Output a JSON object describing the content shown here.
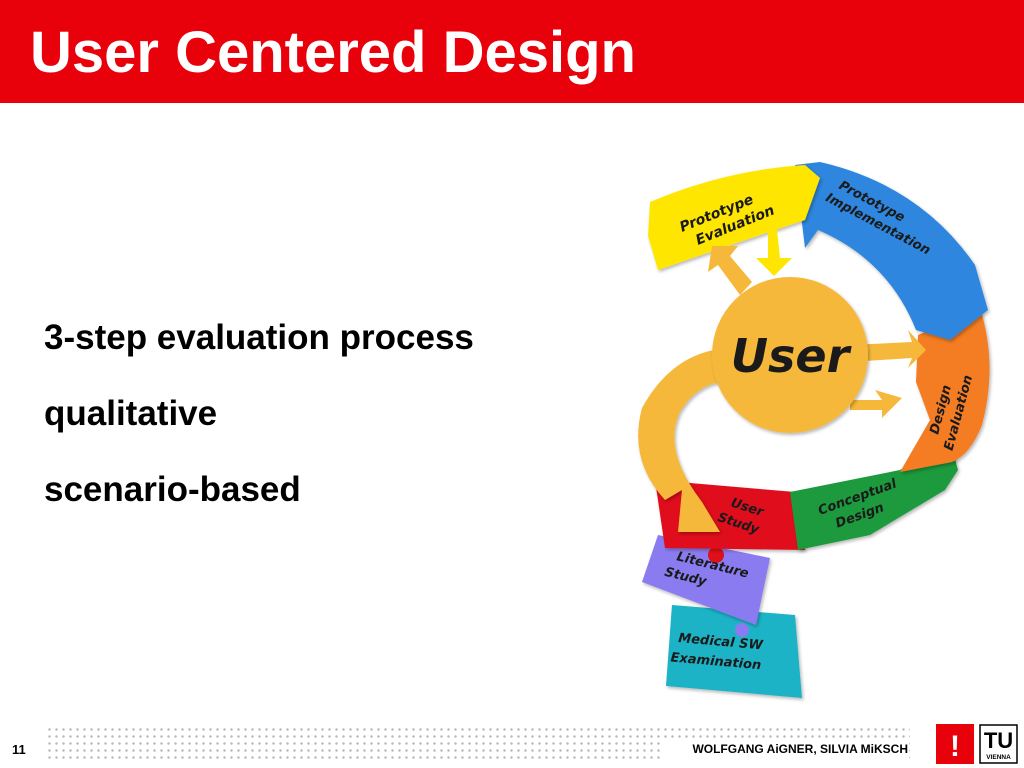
{
  "slide": {
    "title": "User Centered Design",
    "bullets": [
      "3-step evaluation process",
      "qualitative",
      "scenario-based"
    ]
  },
  "diagram": {
    "center_label": "User",
    "steps": [
      {
        "line1": "Prototype",
        "line2": "Evaluation",
        "color": "#ffe600"
      },
      {
        "line1": "Prototype",
        "line2": "Implementation",
        "color": "#2e86de"
      },
      {
        "line1": "Design",
        "line2": "Evaluation",
        "color": "#f47c20"
      },
      {
        "line1": "Conceptual",
        "line2": "Design",
        "color": "#1e9a3c"
      },
      {
        "line1": "User",
        "line2": "Study",
        "color": "#e0101a"
      },
      {
        "line1": "Literature",
        "line2": "Study",
        "color": "#8a7cf0"
      },
      {
        "line1": "Medical SW",
        "line2": "Examination",
        "color": "#1eb3c6"
      }
    ],
    "center_color": "#f5b83a"
  },
  "footer": {
    "page_number": "11",
    "authors": "WOLFGANG AiGNER, SILVIA MiKSCH",
    "logo_mark": "!",
    "logo_tu": "TU",
    "logo_vienna": "VIENNA"
  },
  "colors": {
    "brand_red": "#e8000b"
  }
}
